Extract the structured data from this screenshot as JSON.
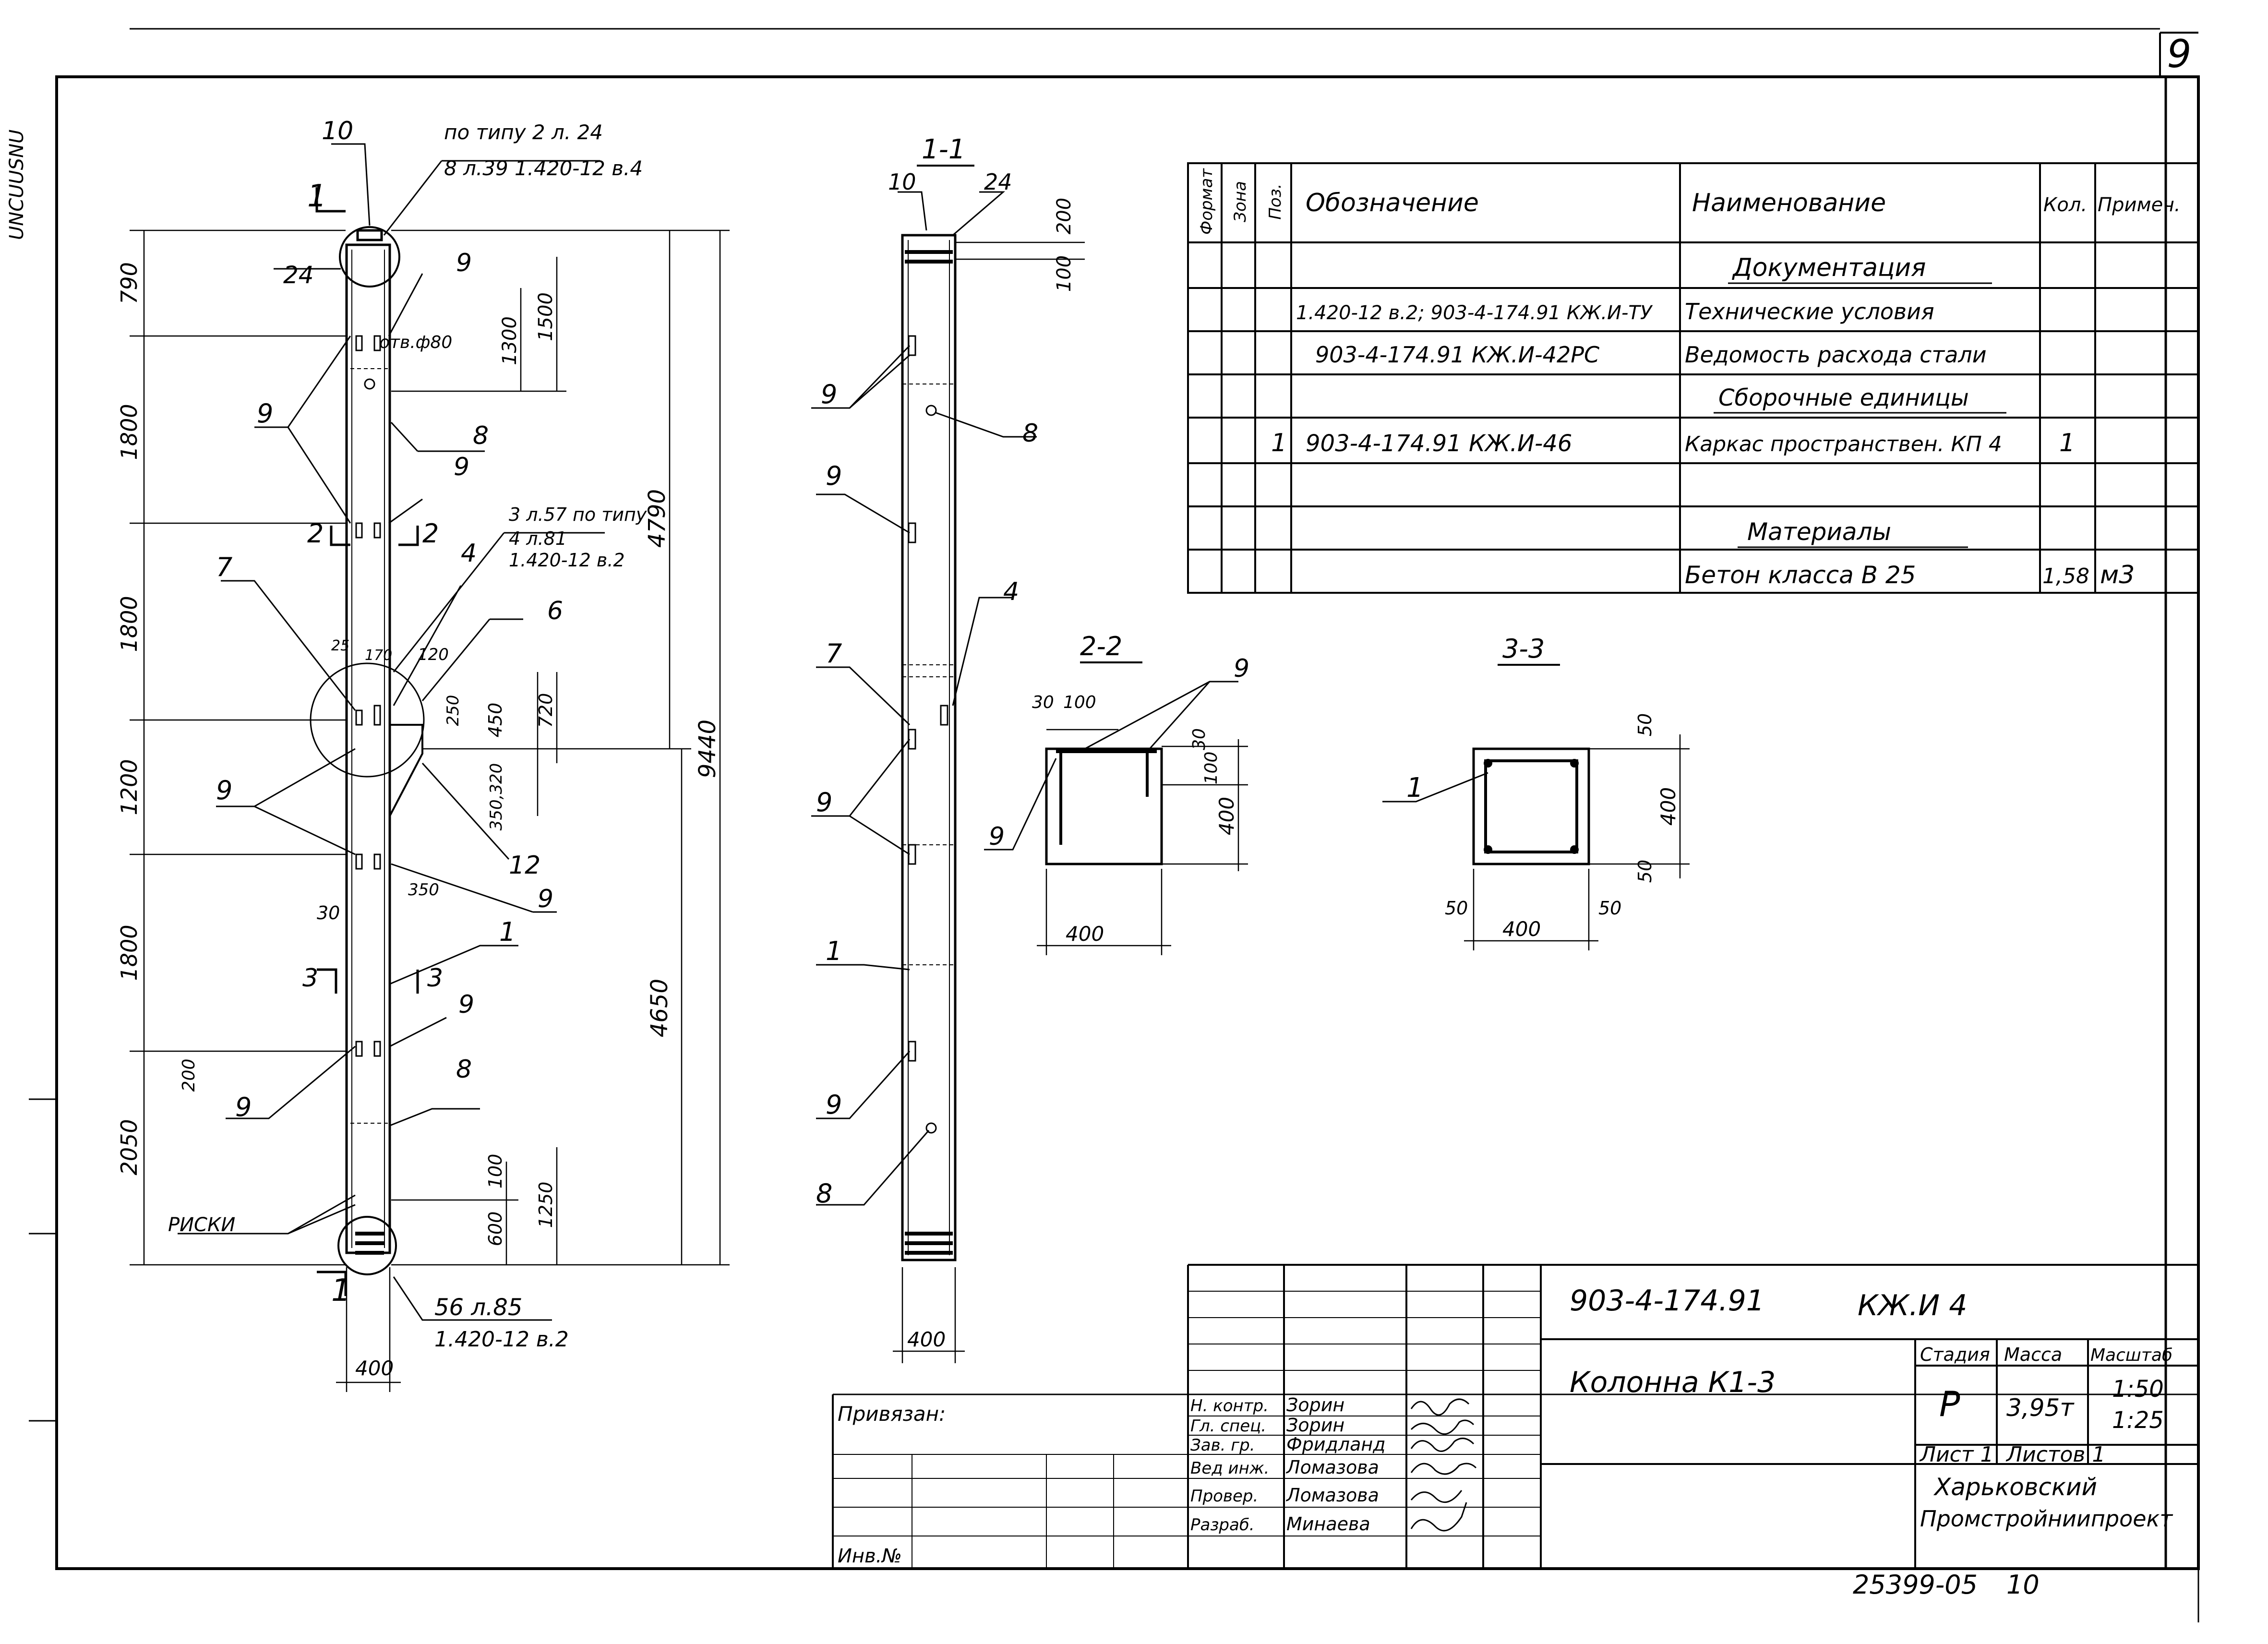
{
  "sheet": {
    "number": "9",
    "bottom_code": "25399-05",
    "bottom_page": "10",
    "margin_text": "UNCUUSNU"
  },
  "elevation": {
    "section_mark": "1",
    "callout_top": {
      "num": "10",
      "line1": "по типу 2 л. 24",
      "line2": "8 л.39 1.420-12 в.4"
    },
    "pos_24": "24",
    "pos_9": "9",
    "pos_8": "8",
    "pos_7": "7",
    "pos_6": "6",
    "pos_4": "4",
    "pos_12": "12",
    "pos_1": "1",
    "hole_label": "отв.ф80",
    "cut2": "2",
    "cut3": "3",
    "note_3l57": {
      "line1": "3 л.57 по типу",
      "line2": "4 л.81",
      "line3": "1.420-12 в.2"
    },
    "bottom_callout": {
      "line1": "56 л.85",
      "line2": "1.420-12 в.2"
    },
    "risk_label": "РИСКИ",
    "dims_left": [
      "790",
      "1800",
      "1800",
      "1200",
      "1800",
      "2050"
    ],
    "dims_right_small": [
      "1300",
      "1500",
      "120",
      "250",
      "450",
      "720",
      "350",
      "320",
      "350",
      "30",
      "100",
      "600",
      "1250",
      "200",
      "25",
      "170"
    ],
    "dim_4790": "4790",
    "dim_9440": "9440",
    "dim_4650": "4650",
    "dim_400": "400"
  },
  "section11": {
    "title": "1-1",
    "pos": [
      "10",
      "24",
      "9",
      "9",
      "8",
      "4",
      "7",
      "9",
      "1",
      "9",
      "8"
    ],
    "dims": [
      "200",
      "100",
      "400"
    ]
  },
  "section22": {
    "title": "2-2",
    "pos_9a": "9",
    "pos_9b": "9",
    "dims": [
      "30",
      "100",
      "30",
      "100",
      "400",
      "400"
    ]
  },
  "section33": {
    "title": "3-3",
    "pos_1": "1",
    "dims": [
      "50",
      "400",
      "50",
      "50",
      "400",
      "50"
    ]
  },
  "spec": {
    "headers": [
      "Формат",
      "Зона",
      "Поз.",
      "Обозначение",
      "Наименование",
      "Кол.",
      "Примеч."
    ],
    "rows": [
      {
        "fmt": "",
        "zone": "",
        "pos": "",
        "desig": "",
        "name": "Документация",
        "qty": "",
        "note": "",
        "underlined": true
      },
      {
        "fmt": "",
        "zone": "",
        "pos": "",
        "desig": "1.420-12 в.2; 903-4-174.91 КЖ.И-ТУ",
        "name": "Технические условия",
        "qty": "",
        "note": ""
      },
      {
        "fmt": "",
        "zone": "",
        "pos": "",
        "desig": "903-4-174.91    КЖ.И-42РС",
        "name": "Ведомость расхода стали",
        "qty": "",
        "note": ""
      },
      {
        "fmt": "",
        "zone": "",
        "pos": "",
        "desig": "",
        "name": "Сборочные единицы",
        "qty": "",
        "note": "",
        "underlined": true
      },
      {
        "fmt": "",
        "zone": "",
        "pos": "1",
        "desig": "903-4-174.91  КЖ.И-46",
        "name": "Каркас пространствен. КП 4",
        "qty": "1",
        "note": ""
      },
      {
        "fmt": "",
        "zone": "",
        "pos": "",
        "desig": "",
        "name": "",
        "qty": "",
        "note": ""
      },
      {
        "fmt": "",
        "zone": "",
        "pos": "",
        "desig": "",
        "name": "Материалы",
        "qty": "",
        "note": "",
        "underlined": true
      },
      {
        "fmt": "",
        "zone": "",
        "pos": "",
        "desig": "",
        "name": "Бетон класса В 25",
        "qty": "1,58",
        "note": "м3"
      }
    ]
  },
  "titleblock": {
    "doc_code": "903-4-174.91",
    "doc_mark": "КЖ.И  4",
    "object": "Колонна  К1-3",
    "stage_header": "Стадия",
    "mass_header": "Масса",
    "scale_header": "Масштаб",
    "stage": "Р",
    "mass": "3,95т",
    "scale1": "1:50",
    "scale2": "1:25",
    "sheet_label": "Лист 1",
    "sheets_label": "Листов 1",
    "org_line1": "Харьковский",
    "org_line2": "Промстройниипроект",
    "privyazan": "Привязан:",
    "inv": "Инв.№",
    "signers": [
      {
        "role": "Н. контр.",
        "name": "Зорин"
      },
      {
        "role": "Гл. спец.",
        "name": "Зорин"
      },
      {
        "role": "Зав. гр.",
        "name": "Фридланд"
      },
      {
        "role": "Вед инж.",
        "name": "Ломазова"
      },
      {
        "role": "Провер.",
        "name": "Ломазова"
      },
      {
        "role": "Разраб.",
        "name": "Минаева"
      }
    ]
  }
}
